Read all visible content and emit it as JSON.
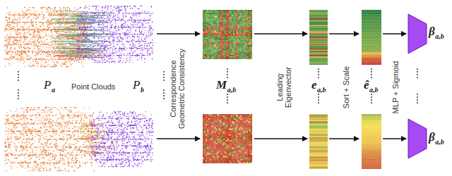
{
  "diagram": {
    "labels": [
      "P",
      "a",
      "Point Clouds",
      "P",
      "b",
      "Correspondence Geometric Consistency",
      "M",
      "a,b",
      "Leading Eigenvector",
      "e",
      "a,b",
      "Sort + Scale",
      "ê",
      "a,b",
      "MLP + Sigmoid",
      "β",
      "a,b",
      "β",
      "a,b"
    ]
  }
}
